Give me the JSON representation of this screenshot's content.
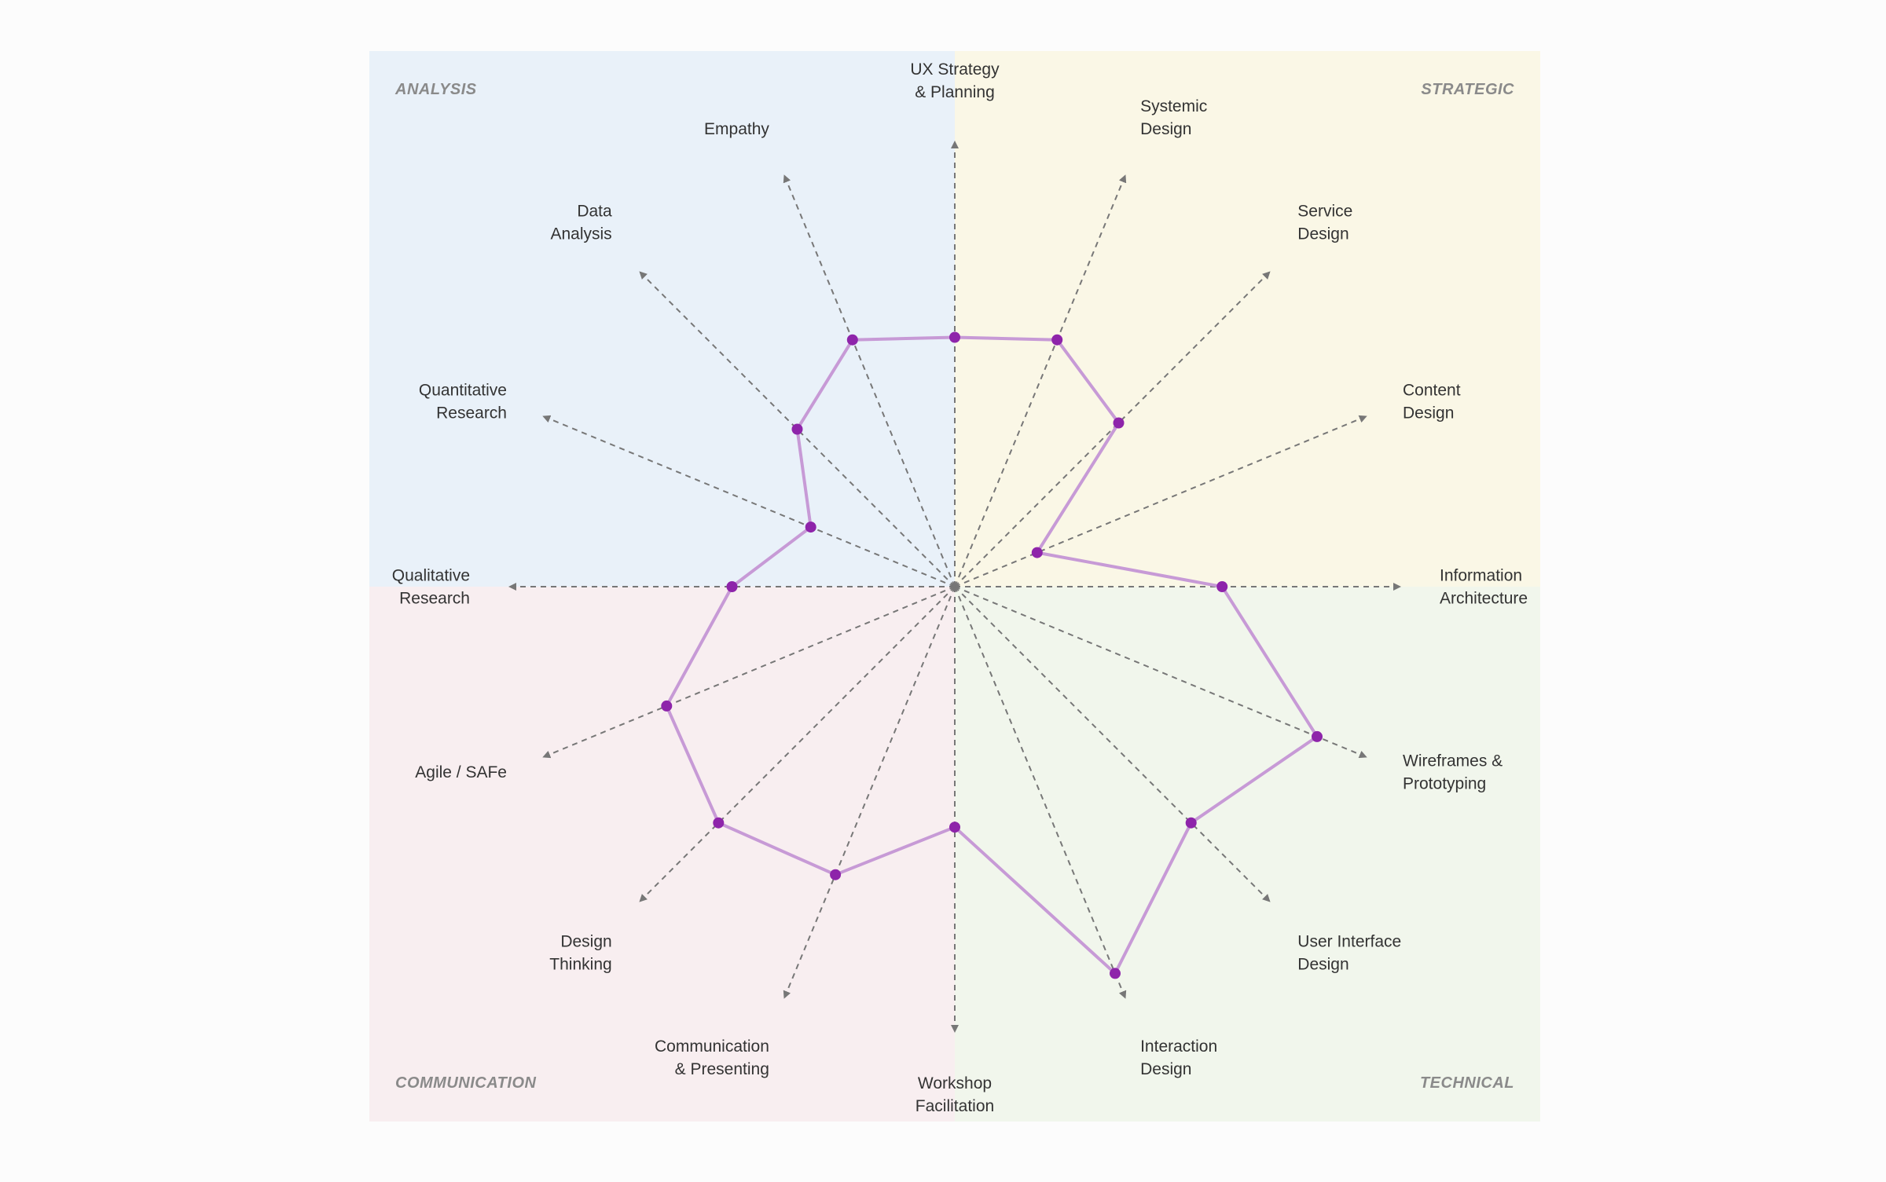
{
  "chart_data": {
    "type": "radar",
    "title": "",
    "scale": [
      0,
      10
    ],
    "axes": [
      {
        "label": [
          "UX Strategy",
          "& Planning"
        ],
        "value": 5.6
      },
      {
        "label": [
          "Systemic",
          "Design"
        ],
        "value": 6.0
      },
      {
        "label": [
          "Service",
          "Design"
        ],
        "value": 5.2
      },
      {
        "label": [
          "Content",
          "Design"
        ],
        "value": 2.0
      },
      {
        "label": [
          "Information",
          "Architecture"
        ],
        "value": 6.0
      },
      {
        "label": [
          "Wireframes &",
          "Prototyping"
        ],
        "value": 8.8
      },
      {
        "label": [
          "User Interface",
          "Design"
        ],
        "value": 7.5
      },
      {
        "label": [
          "Interaction",
          "Design"
        ],
        "value": 9.4
      },
      {
        "label": [
          "Workshop",
          "Facilitation"
        ],
        "value": 5.4
      },
      {
        "label": [
          "Communication",
          "& Presenting"
        ],
        "value": 7.0
      },
      {
        "label": [
          "Design",
          "Thinking"
        ],
        "value": 7.5
      },
      {
        "label": [
          "Agile / SAFe"
        ],
        "value": 7.0
      },
      {
        "label": [
          "Qualitative",
          "Research"
        ],
        "value": 5.0
      },
      {
        "label": [
          "Quantitative",
          "Research"
        ],
        "value": 3.5
      },
      {
        "label": [
          "Data",
          "Analysis"
        ],
        "value": 5.0
      },
      {
        "label": [
          "Empathy"
        ],
        "value": 6.0
      }
    ],
    "quadrants": [
      {
        "name": "ANALYSIS",
        "position": "top-left",
        "color": "#e9f1f9"
      },
      {
        "name": "STRATEGIC",
        "position": "top-right",
        "color": "#faf7e6"
      },
      {
        "name": "COMMUNICATION",
        "position": "bottom-left",
        "color": "#f8eef0"
      },
      {
        "name": "TECHNICAL",
        "position": "bottom-right",
        "color": "#f1f6ec"
      }
    ],
    "colors": {
      "polygon": "#c79ad6",
      "point": "#8e24aa",
      "axis": "#777777"
    }
  }
}
